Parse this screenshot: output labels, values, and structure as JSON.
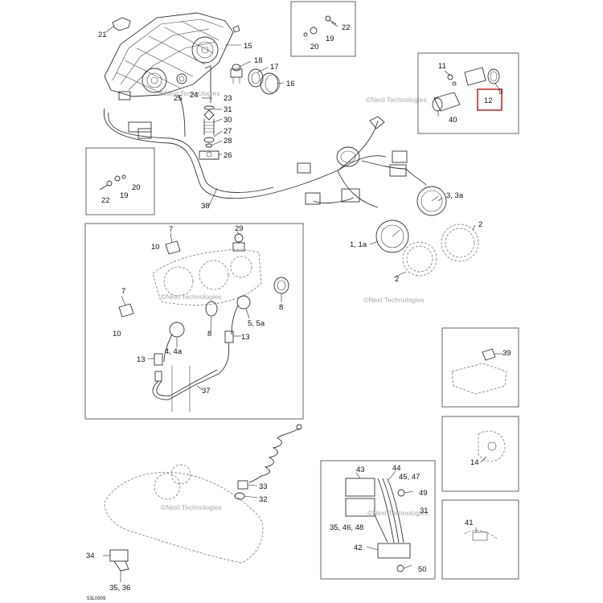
{
  "drawing_code": "53L0909",
  "watermark": "©Next Technologies",
  "highlight": {
    "label": "12",
    "color": "#d22a2a"
  },
  "labels": {
    "l21": "21",
    "l22a": "22",
    "l20a": "20",
    "l19a": "19",
    "l15": "15",
    "l18": "18",
    "l17": "17",
    "l16": "16",
    "l25": "25",
    "l24": "24",
    "l23": "23",
    "l31": "31",
    "l30": "30",
    "l27": "27",
    "l28": "28",
    "l26": "26",
    "l11": "11",
    "l9": "9",
    "l40": "40",
    "l20b": "20",
    "l22b": "22",
    "l19b": "19",
    "l38": "38",
    "l3": "3, 3a",
    "l2a": "2",
    "l1": "1, 1a",
    "l2b": "2",
    "l7a": "7",
    "l29": "29",
    "l10a": "10",
    "l8a": "8",
    "l7b": "7",
    "l10b": "10",
    "l8b": "8",
    "l55": "5, 5a",
    "l44": "4, 4a",
    "l13a": "13",
    "l13b": "13",
    "l37": "37",
    "l39": "39",
    "l14": "14",
    "l33": "33",
    "l32": "32",
    "l43": "43",
    "l44b": "44",
    "l4547": "45, 47",
    "l49": "49",
    "l31b": "31",
    "l354648": "35, 46, 48",
    "l42": "42",
    "l50": "50",
    "l41": "41",
    "l34": "34",
    "l3536": "35, 36"
  }
}
